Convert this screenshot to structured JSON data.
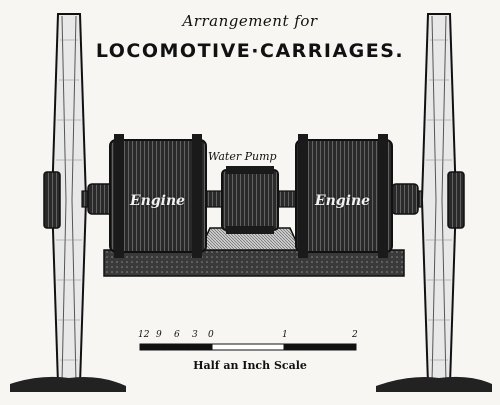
{
  "caption": {
    "subtitle": "Arrangement for",
    "title": "LOCOMOTIVE·CARRIAGES."
  },
  "labels": {
    "water_pump": "Water Pump",
    "engine_left": "Engine",
    "engine_right": "Engine"
  },
  "scale_bar": {
    "ticks": [
      "12",
      "9",
      "6",
      "3",
      "0",
      "1",
      "2"
    ],
    "caption": "Half an Inch Scale"
  },
  "colors": {
    "ink": "#111111",
    "paper": "#f7f6f3"
  }
}
